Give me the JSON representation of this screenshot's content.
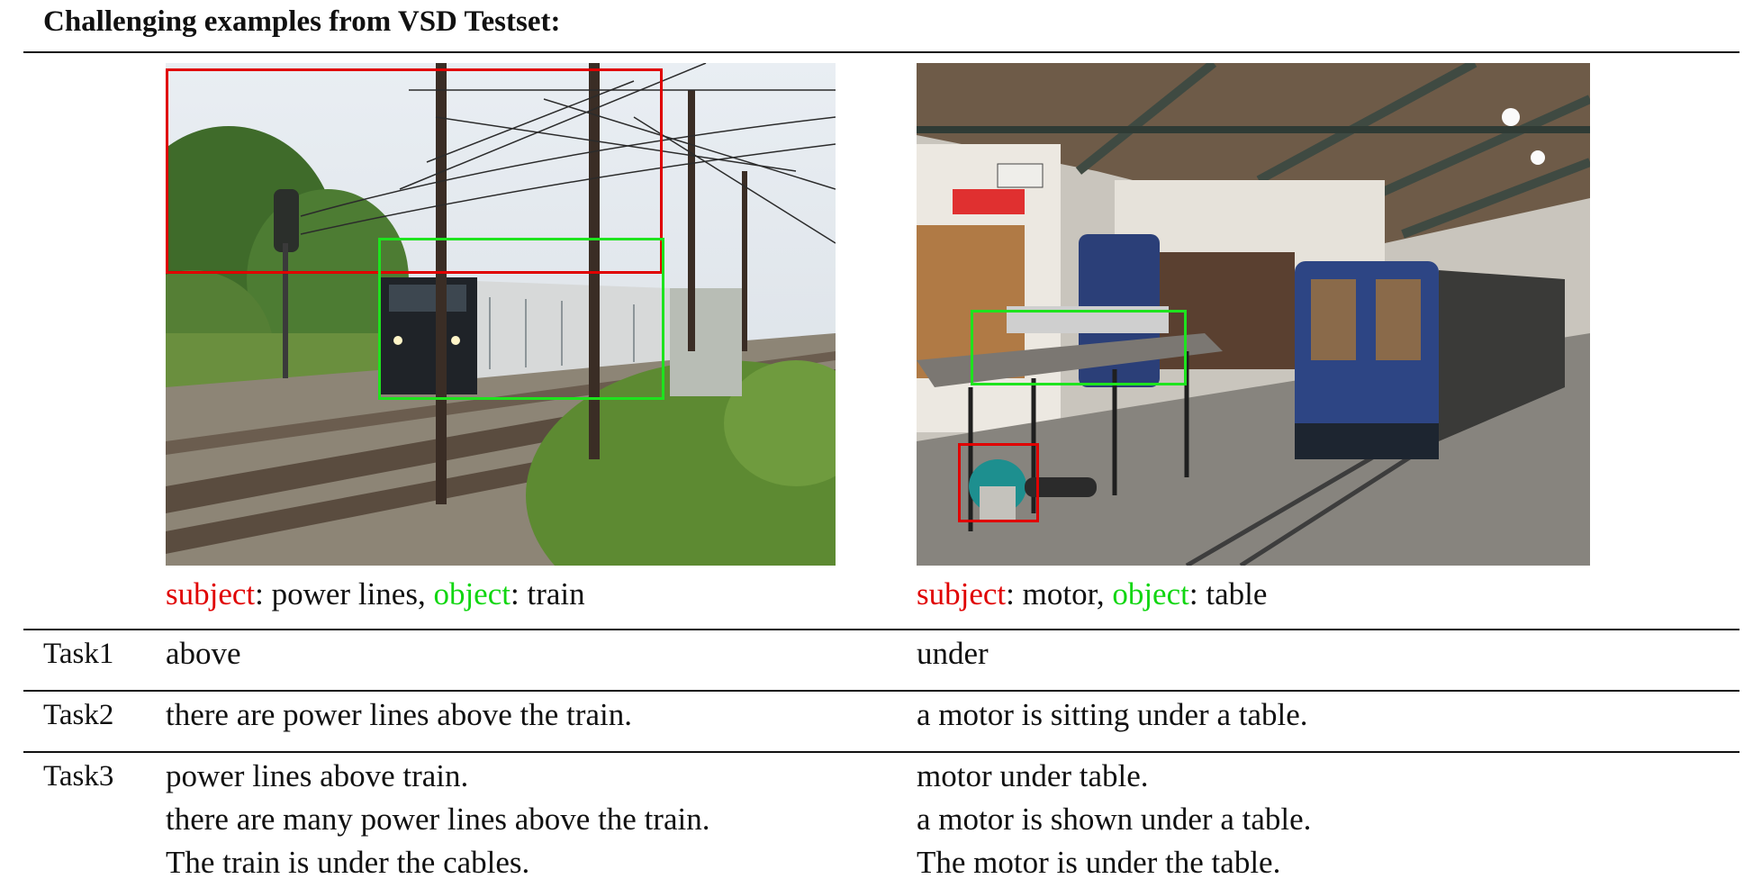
{
  "title": "Challenging examples from VSD Testset:",
  "examples": [
    {
      "subject_key": "subject",
      "subject": "power lines",
      "object_key": "object",
      "object": "train",
      "task1": "above",
      "task2": "there are power lines above the train.",
      "task3": [
        "power lines above train.",
        "there are many power lines above the train.",
        "The train is under the cables."
      ]
    },
    {
      "subject_key": "subject",
      "subject": "motor",
      "object_key": "object",
      "object": "table",
      "task1": "under",
      "task2": "a motor is sitting under a table.",
      "task3": [
        "motor under table.",
        "a motor is shown under a table.",
        "The motor is under the table."
      ]
    }
  ],
  "tasks": [
    "Task1",
    "Task2",
    "Task3"
  ],
  "colors": {
    "subject": "#e00000",
    "object": "#11d611"
  }
}
